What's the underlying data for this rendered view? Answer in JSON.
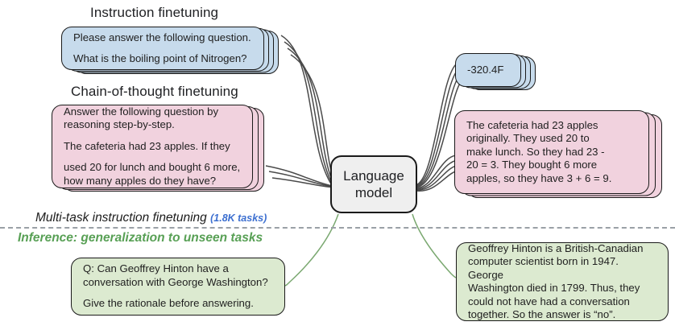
{
  "diagram": {
    "title_left_top": "Instruction finetuning",
    "title_left_mid": "Chain-of-thought finetuning",
    "center_node": "Language model",
    "divider": {
      "upper_label": "Multi-task instruction finetuning",
      "upper_label_suffix": "(1.8K tasks)",
      "lower_label": "Inference: generalization to unseen tasks",
      "upper_color": "#1c1c1c",
      "suffix_color": "#3c6fd0",
      "lower_color": "#58a055",
      "line_color": "#9aa0a6"
    },
    "colors": {
      "blue_fill": "#c7dbec",
      "pink_fill": "#f1d2de",
      "green_fill": "#dcead0",
      "node_fill": "#efefef",
      "stroke": "#1a1a1a",
      "wire_dark": "#4a4a4a",
      "wire_green": "#7aa870"
    },
    "cards": {
      "instruction_prompt": {
        "line1": "Please answer the following question.",
        "line2": "What is the boiling point of Nitrogen?",
        "stack_count": 4
      },
      "cot_prompt": {
        "line1": "Answer the following question by",
        "line2": "reasoning step-by-step.",
        "line3": "The cafeteria had 23 apples. If they",
        "line4": "used 20 for lunch and bought 6 more,",
        "line5": "how many apples do they have?",
        "stack_count": 3
      },
      "instruction_output": {
        "line1": "-320.4F",
        "stack_count": 4
      },
      "cot_output": {
        "line1": "The cafeteria had 23 apples",
        "line2": "originally. They used 20 to",
        "line3": "make lunch. So they had 23 -",
        "line4": "20 = 3. They bought 6 more",
        "line5": "apples, so they have 3 + 6 = 9.",
        "stack_count": 3
      },
      "inference_prompt": {
        "line1": "Q: Can Geoffrey Hinton have a",
        "line2": "conversation with George Washington?",
        "line3": "Give the rationale before answering.",
        "stack_count": 1
      },
      "inference_output": {
        "line1": "Geoffrey Hinton is a British-Canadian",
        "line2": "computer scientist born in 1947. George",
        "line3": "Washington died in 1799. Thus, they",
        "line4": "could not have had a conversation",
        "line5": "together. So the answer is “no”.",
        "stack_count": 1
      }
    }
  }
}
